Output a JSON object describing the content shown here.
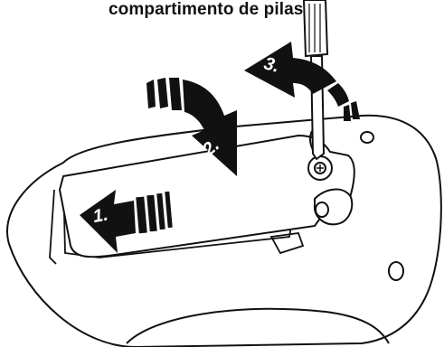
{
  "caption": {
    "text": "compartimento de pilas."
  },
  "steps": [
    {
      "label": "1."
    },
    {
      "label": "2."
    },
    {
      "label": "3."
    }
  ],
  "colors": {
    "ink": "#111111",
    "paper": "#ffffff"
  },
  "icons": [
    "screwdriver-icon",
    "screw-icon",
    "arrow-left-icon",
    "arrow-curved-down-icon",
    "arrow-curved-up-icon"
  ]
}
